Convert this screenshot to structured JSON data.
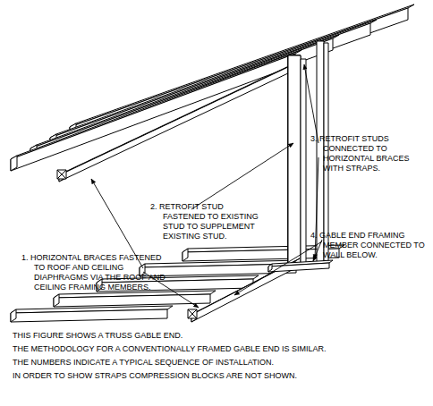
{
  "diagram": {
    "labels": [
      "1. HORIZONTAL BRACES FASTENED TO ROOF AND CEILING DIAPHRAGMS VIA THE ROOF AND CEILING FRAMING MEMBERS.",
      "2. RETROFIT STUD FASTENED TO EXISTING STUD TO SUPPLEMENT EXISTING STUD.",
      "3. RETROFIT STUDS CONNECTED TO HORIZONTAL BRACES WITH STRAPS.",
      "4. GABLE END FRAMING MEMBER CONNECTED TO WALL BELOW.",
      "THIS FIGURE SHOWS A TRUSS GABLE END.",
      "THE METHODOLOGY FOR A CONVENTIONALLY FRAMED GABLE END IS SIMILAR.",
      "THE NUMBERS INDICATE A TYPICAL SEQUENCE OF INSTALLATION.",
      "IN ORDER TO SHOW STRAPS COMPRESSION BLOCKS ARE NOT SHOWN."
    ]
  }
}
